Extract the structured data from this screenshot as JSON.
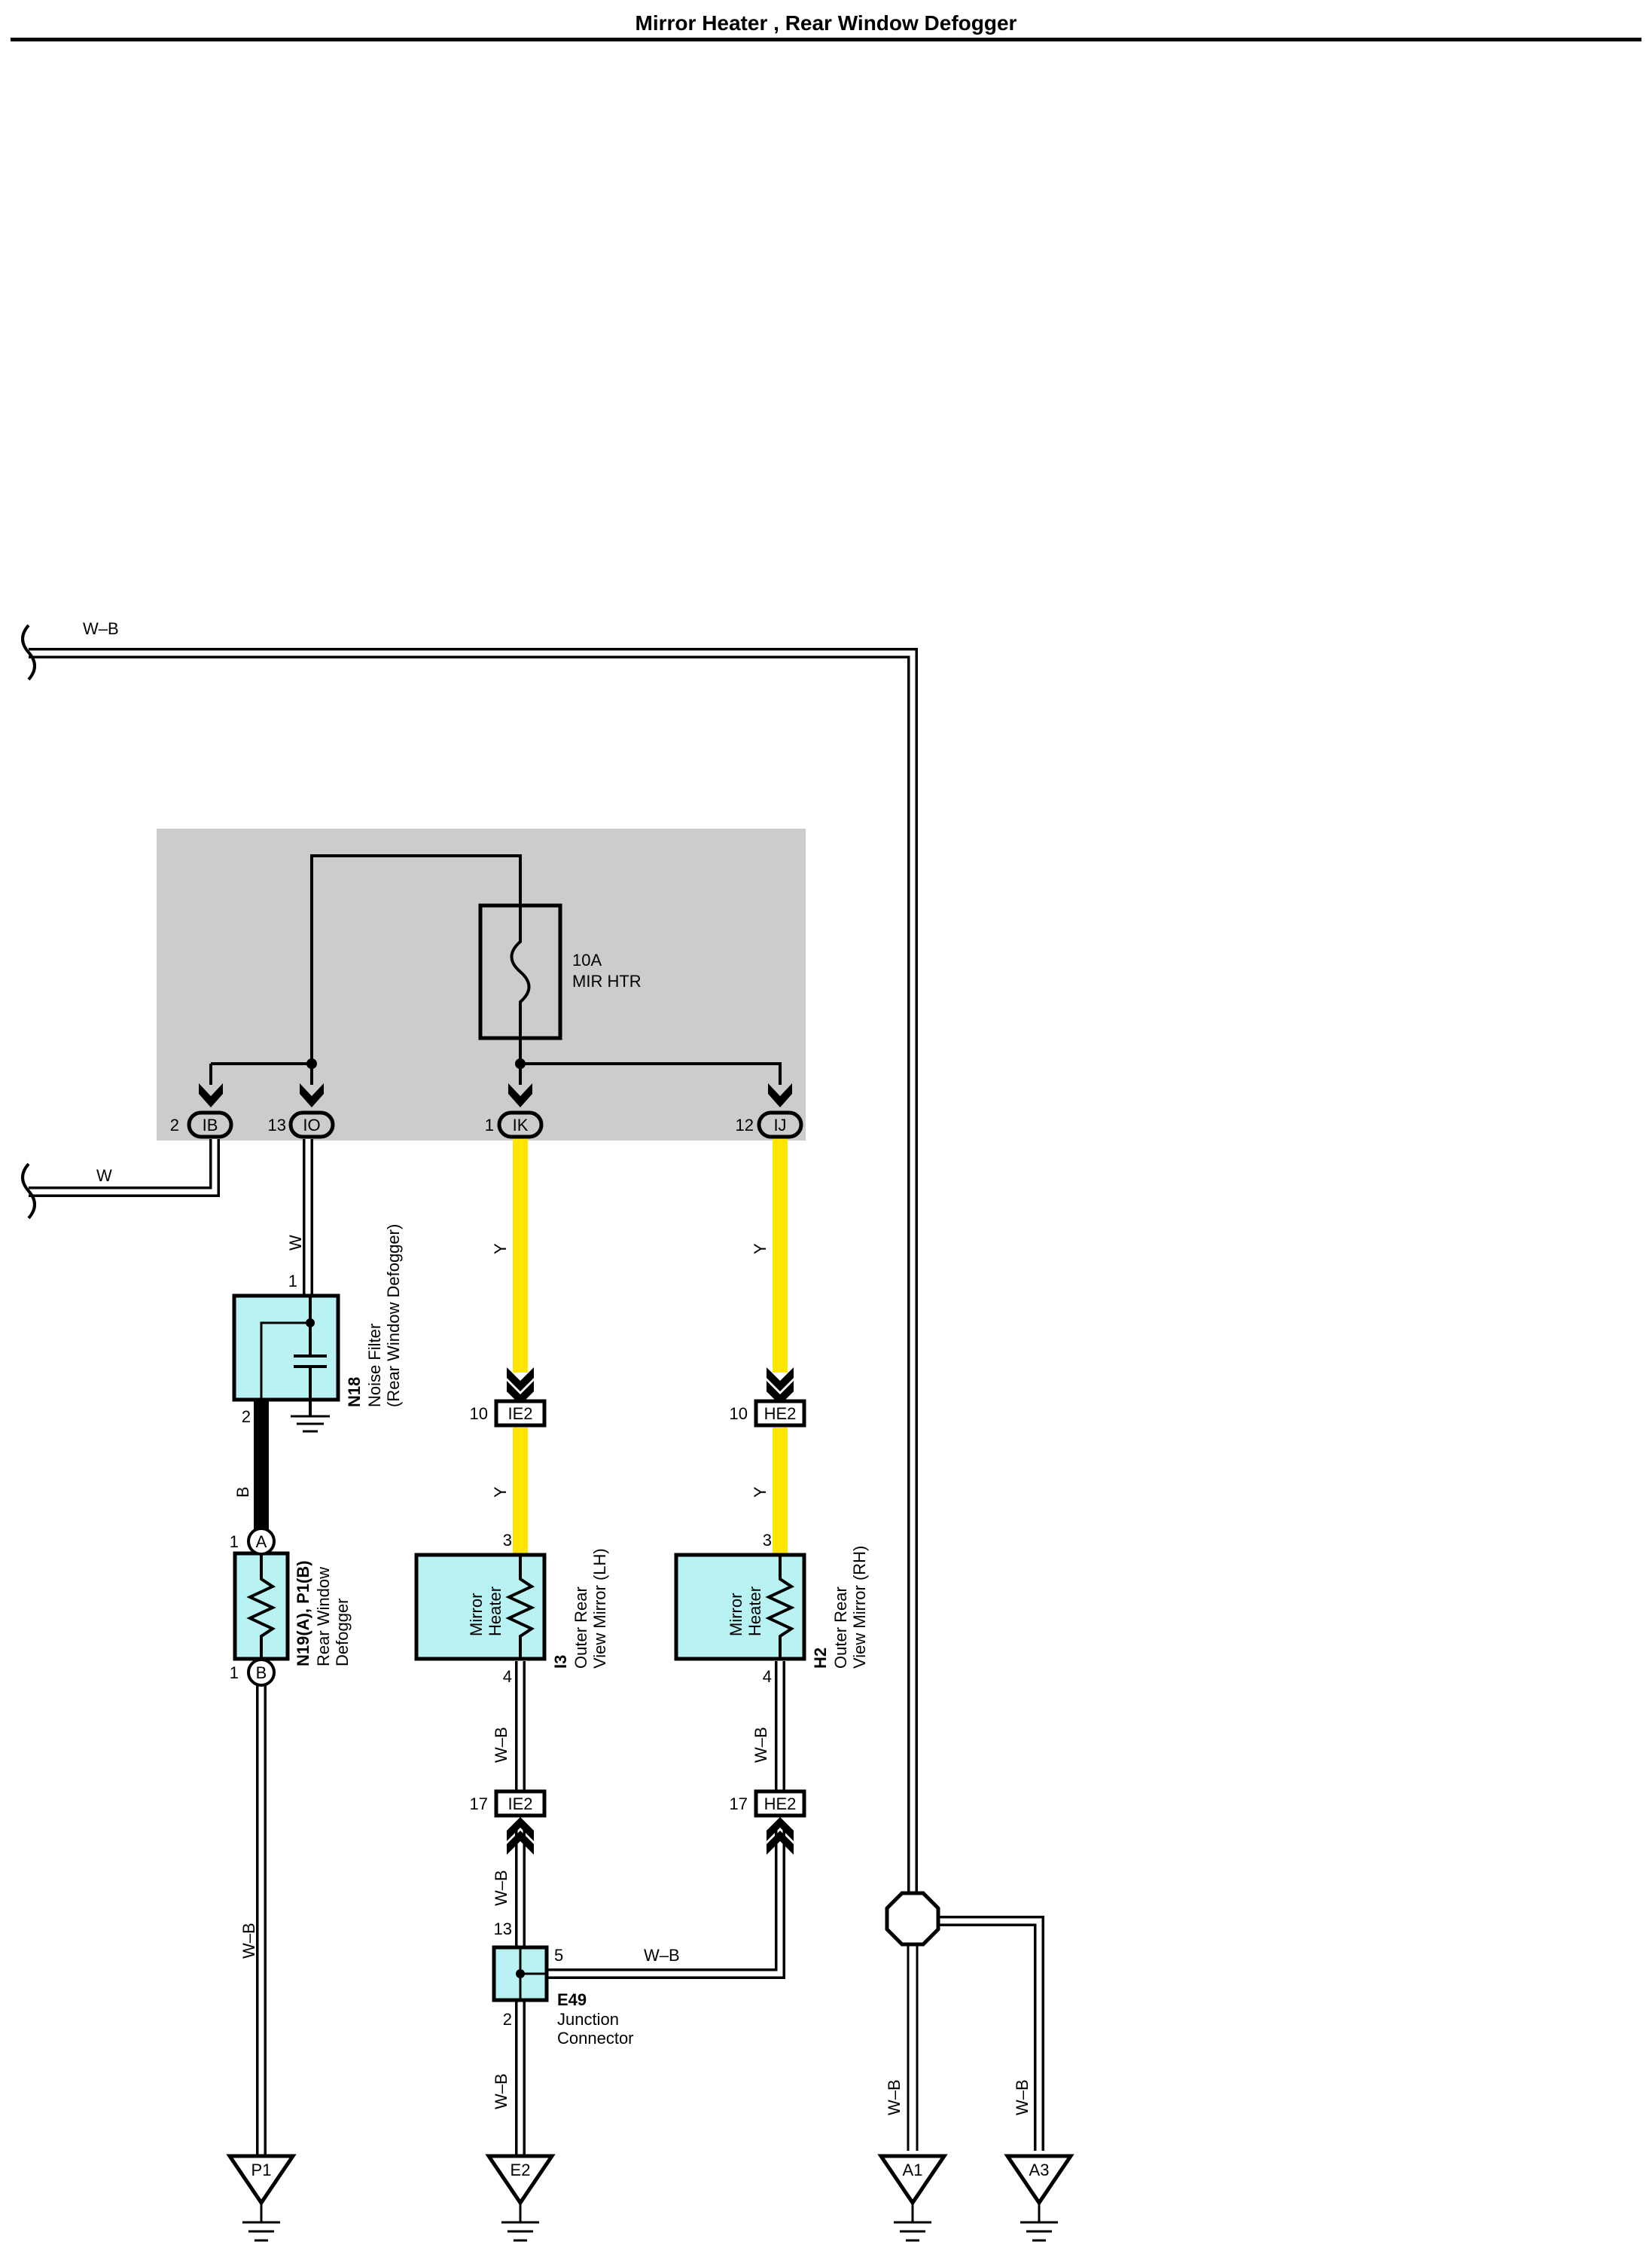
{
  "title": "Mirror Heater , Rear Window Defogger",
  "colors": {
    "junction_block": "#cccccc",
    "component_fill": "#b9f2f2",
    "wire_yellow": "#ffe600",
    "wire_black": "#000000",
    "wire_white": "#ffffff"
  },
  "wires": {
    "top_wb": "W–B",
    "left_w": "W",
    "io_w": "W",
    "ik_y1": "Y",
    "ij_y1": "Y",
    "ik_y2": "Y",
    "ij_y2": "Y",
    "n18_b": "B",
    "p1_wb": "W–B",
    "i3_wb": "W–B",
    "h2_wb": "W–B",
    "ie2_e49_wb": "W–B",
    "e49_he2_wb": "W–B",
    "e49_e2_wb": "W–B",
    "a1_wb": "W–B",
    "a3_wb": "W–B"
  },
  "fuse": {
    "rating": "10A",
    "name": "MIR HTR"
  },
  "junction_connectors": [
    {
      "pin": "2",
      "code": "IB"
    },
    {
      "pin": "13",
      "code": "IO"
    },
    {
      "pin": "1",
      "code": "IK"
    },
    {
      "pin": "12",
      "code": "IJ"
    }
  ],
  "inline_connectors": {
    "ie2_top": {
      "pin": "10",
      "code": "IE2"
    },
    "he2_top": {
      "pin": "10",
      "code": "HE2"
    },
    "ie2_bot": {
      "pin": "17",
      "code": "IE2"
    },
    "he2_bot": {
      "pin": "17",
      "code": "HE2"
    }
  },
  "n18": {
    "code": "N18",
    "line1": "Noise Filter",
    "line2": "(Rear Window Defogger)",
    "pin_top": "1",
    "pin_bottom": "2"
  },
  "defogger": {
    "code": "N19(A), P1(B)",
    "line1": "Rear Window",
    "line2": "Defogger",
    "pin_a_num": "1",
    "pin_a": "A",
    "pin_b_num": "1",
    "pin_b": "B"
  },
  "i3": {
    "code": "I3",
    "line1": "Outer Rear",
    "line2": "View Mirror (LH)",
    "inner1": "Mirror",
    "inner2": "Heater",
    "pin_top": "3",
    "pin_bottom": "4"
  },
  "h2": {
    "code": "H2",
    "line1": "Outer Rear",
    "line2": "View Mirror (RH)",
    "inner1": "Mirror",
    "inner2": "Heater",
    "pin_top": "3",
    "pin_bottom": "4"
  },
  "e49": {
    "code": "E49",
    "line1": "Junction",
    "line2": "Connector",
    "pin_top": "13",
    "pin_right": "5",
    "pin_bottom": "2"
  },
  "grounds": [
    "P1",
    "E2",
    "A1",
    "A3"
  ]
}
